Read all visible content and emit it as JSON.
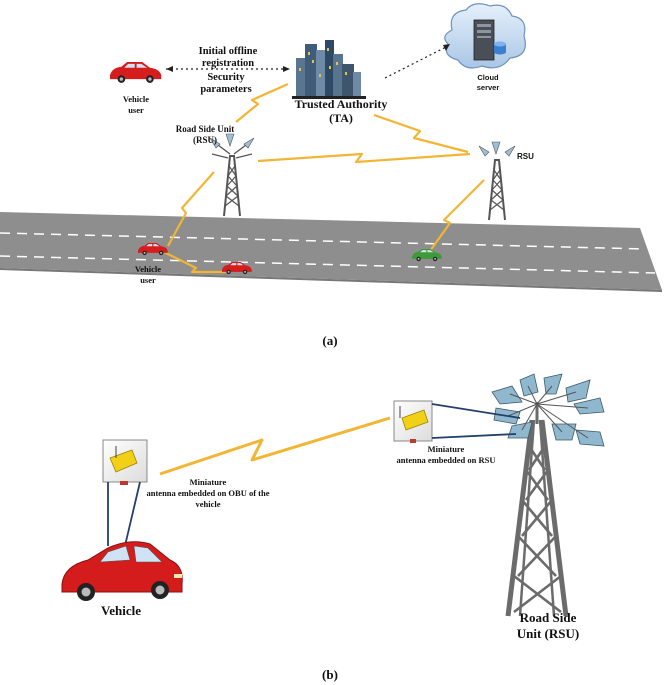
{
  "part_a": {
    "caption": "(a)",
    "registration_line1": "Initial offline",
    "registration_line2": "registration",
    "security_line1": "Security",
    "security_line2": "parameters",
    "ta_line1": "Trusted Authority",
    "ta_line2": "(TA)",
    "cloud_line1": "Cloud",
    "cloud_line2": "server",
    "vehicle_user_top_line1": "Vehicle",
    "vehicle_user_top_line2": "user",
    "rsu_left_line1": "Road Side Unit",
    "rsu_left_line2": "(RSU)",
    "rsu_right": "RSU",
    "vehicle_user_road_line1": "Vehicle",
    "vehicle_user_road_line2": "user"
  },
  "part_b": {
    "caption": "(b)",
    "obu_antenna_line1": "Miniature",
    "obu_antenna_line2": "antenna embedded on OBU of the",
    "obu_antenna_line3": "vehicle",
    "rsu_antenna_line1": "Miniature",
    "rsu_antenna_line2": "antenna embedded on RSU",
    "vehicle": "Vehicle",
    "rsu_line1": "Road Side",
    "rsu_line2": "Unit (RSU)"
  },
  "colors": {
    "road": "#8c8c8c",
    "lightning": "#f4b637",
    "car_red": "#d41c1c",
    "car_green": "#3f9a3a",
    "tower": "#5b5b5b",
    "link": "#1f3b64"
  }
}
